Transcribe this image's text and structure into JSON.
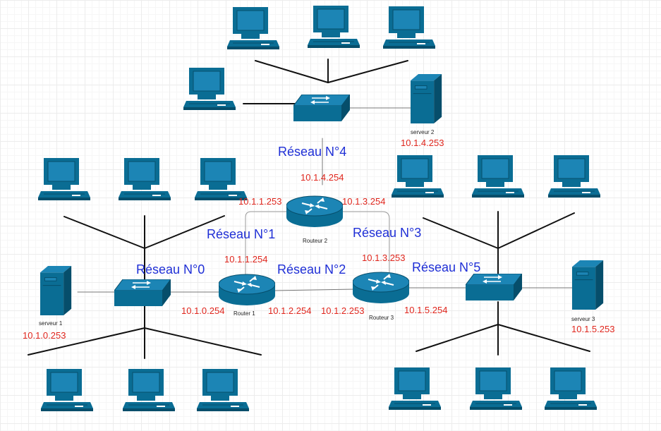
{
  "colors": {
    "device": "#0a6d94",
    "device_dark": "#064e6b",
    "screen": "#1c85b5",
    "link": "#111111",
    "thin_link": "#777777",
    "network": "#1f2fd6",
    "ip": "#e0261d"
  },
  "networks": {
    "n0": "Réseau N°0",
    "n1": "Réseau N°1",
    "n2": "Réseau N°2",
    "n3": "Réseau N°3",
    "n4": "Réseau N°4",
    "n5": "Réseau N°5"
  },
  "routers": {
    "r1": {
      "name": "Router 1",
      "ips": {
        "n0": "10.1.0.254",
        "n1": "10.1.1.254",
        "n2": "10.1.2.254"
      }
    },
    "r2": {
      "name": "Routeur 2",
      "ips": {
        "n1": "10.1.1.253",
        "n4": "10.1.4.254",
        "n3": "10.1.3.254"
      }
    },
    "r3": {
      "name": "Routeur 3",
      "ips": {
        "n2": "10.1.2.253",
        "n3": "10.1.3.253",
        "n5": "10.1.5.254"
      }
    }
  },
  "servers": {
    "s1": {
      "name": "serveur 1",
      "ip": "10.1.0.253"
    },
    "s2": {
      "name": "serveur 2",
      "ip": "10.1.4.253"
    },
    "s3": {
      "name": "serveur 3",
      "ip": "10.1.5.253"
    }
  },
  "icons": {
    "pc": "workstation-icon",
    "switch": "switch-icon",
    "router": "router-icon",
    "server": "server-icon"
  }
}
